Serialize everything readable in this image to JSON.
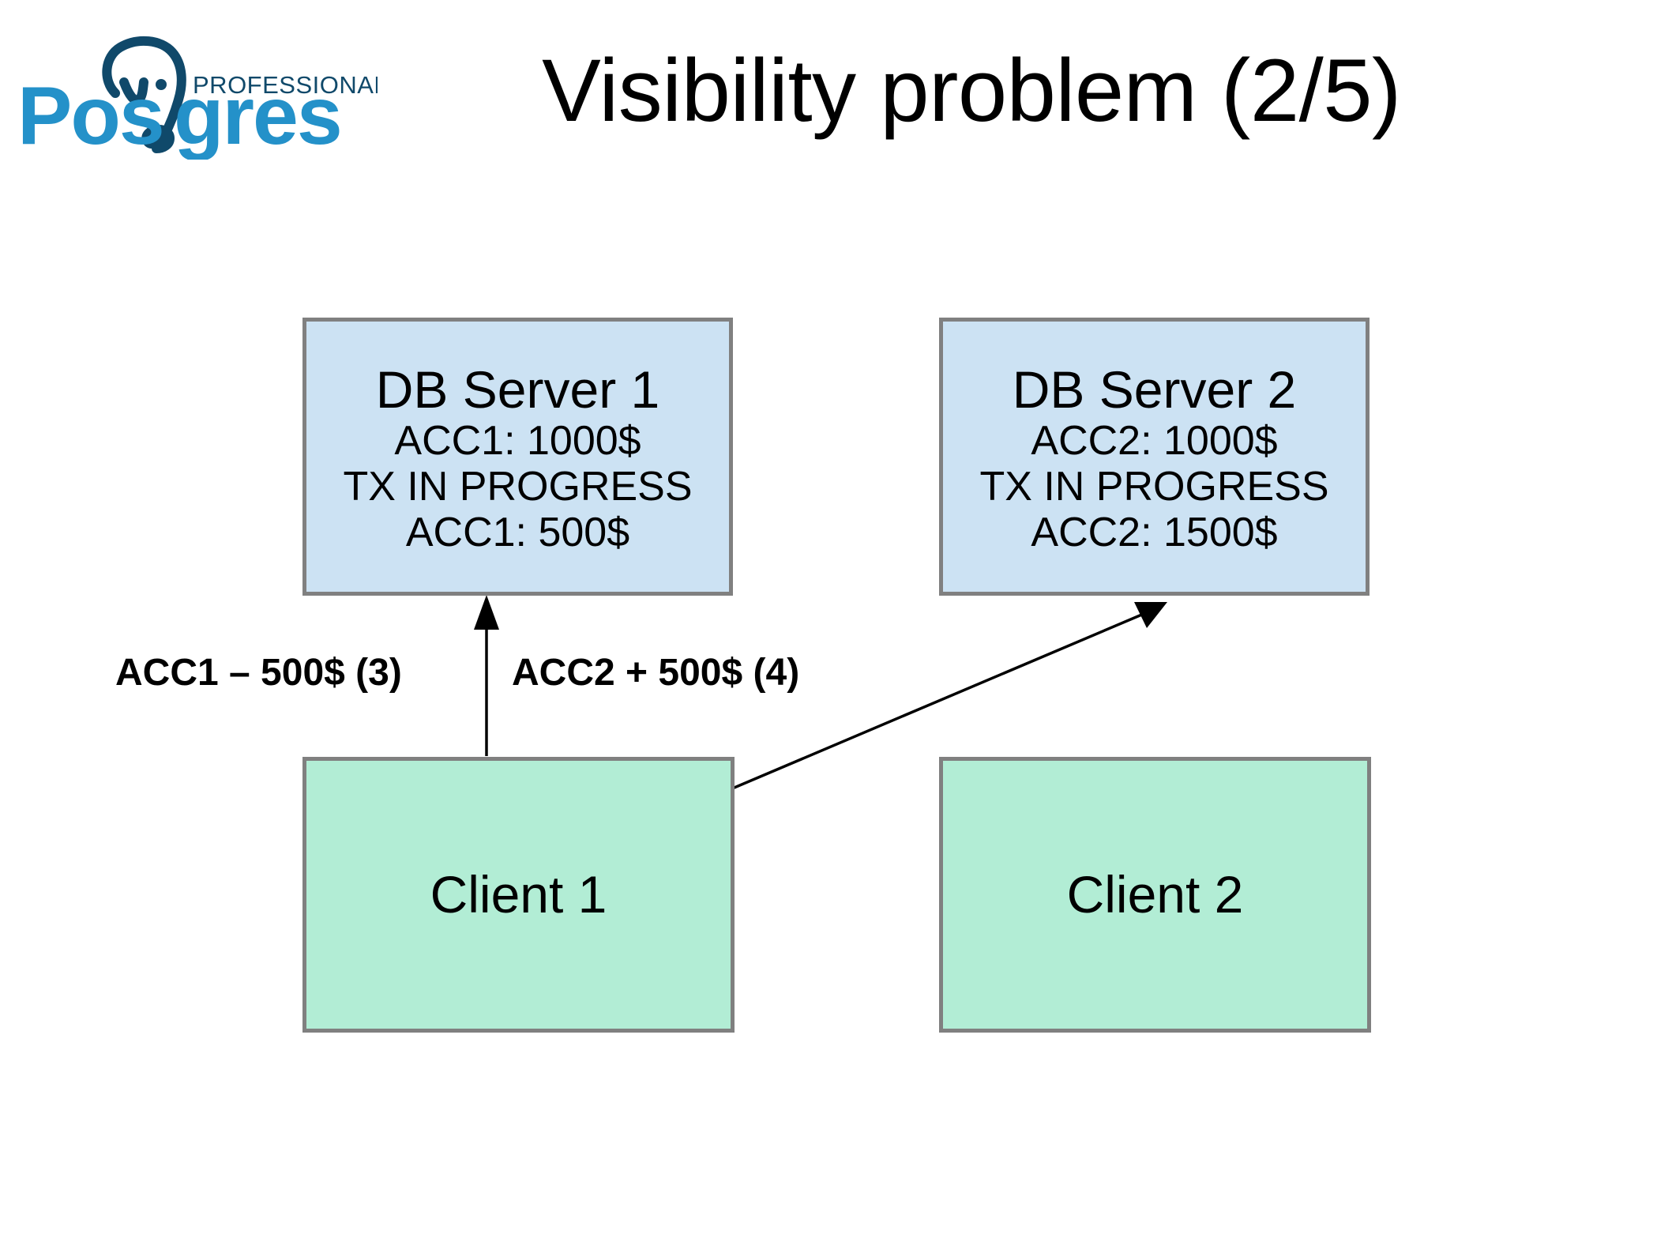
{
  "slide": {
    "title": "Visibility problem (2/5)",
    "background_color": "#ffffff"
  },
  "logo": {
    "name": "postgres-professional-logo",
    "wordmark": "Pos",
    "wordmark_tail": "gres",
    "tagline": "PROFESSIONAL",
    "brand_light_blue": "#2491c9",
    "brand_dark_navy": "#10496a"
  },
  "diagram": {
    "type": "flow-diagram",
    "server_fill": "#cce2f3",
    "client_fill": "#b2edd5",
    "box_border": "#808080",
    "arrow_color": "#000000",
    "servers": [
      {
        "id": "db-server-1",
        "title": "DB Server 1",
        "lines": [
          "ACC1: 1000$",
          "TX IN PROGRESS",
          "ACC1: 500$"
        ]
      },
      {
        "id": "db-server-2",
        "title": "DB Server 2",
        "lines": [
          "ACC2: 1000$",
          "TX IN PROGRESS",
          "ACC2: 1500$"
        ]
      }
    ],
    "clients": [
      {
        "id": "client-1",
        "title": "Client 1"
      },
      {
        "id": "client-2",
        "title": "Client 2"
      }
    ],
    "edges": [
      {
        "id": "edge-client1-to-server1",
        "label": "ACC1 – 500$ (3)",
        "from": "client-1",
        "to": "db-server-1",
        "style": "vertical-arrow"
      },
      {
        "id": "edge-client1-to-server2",
        "label": "ACC2 + 500$ (4)",
        "from": "client-1",
        "to": "db-server-2",
        "style": "diagonal-arrow"
      }
    ]
  }
}
